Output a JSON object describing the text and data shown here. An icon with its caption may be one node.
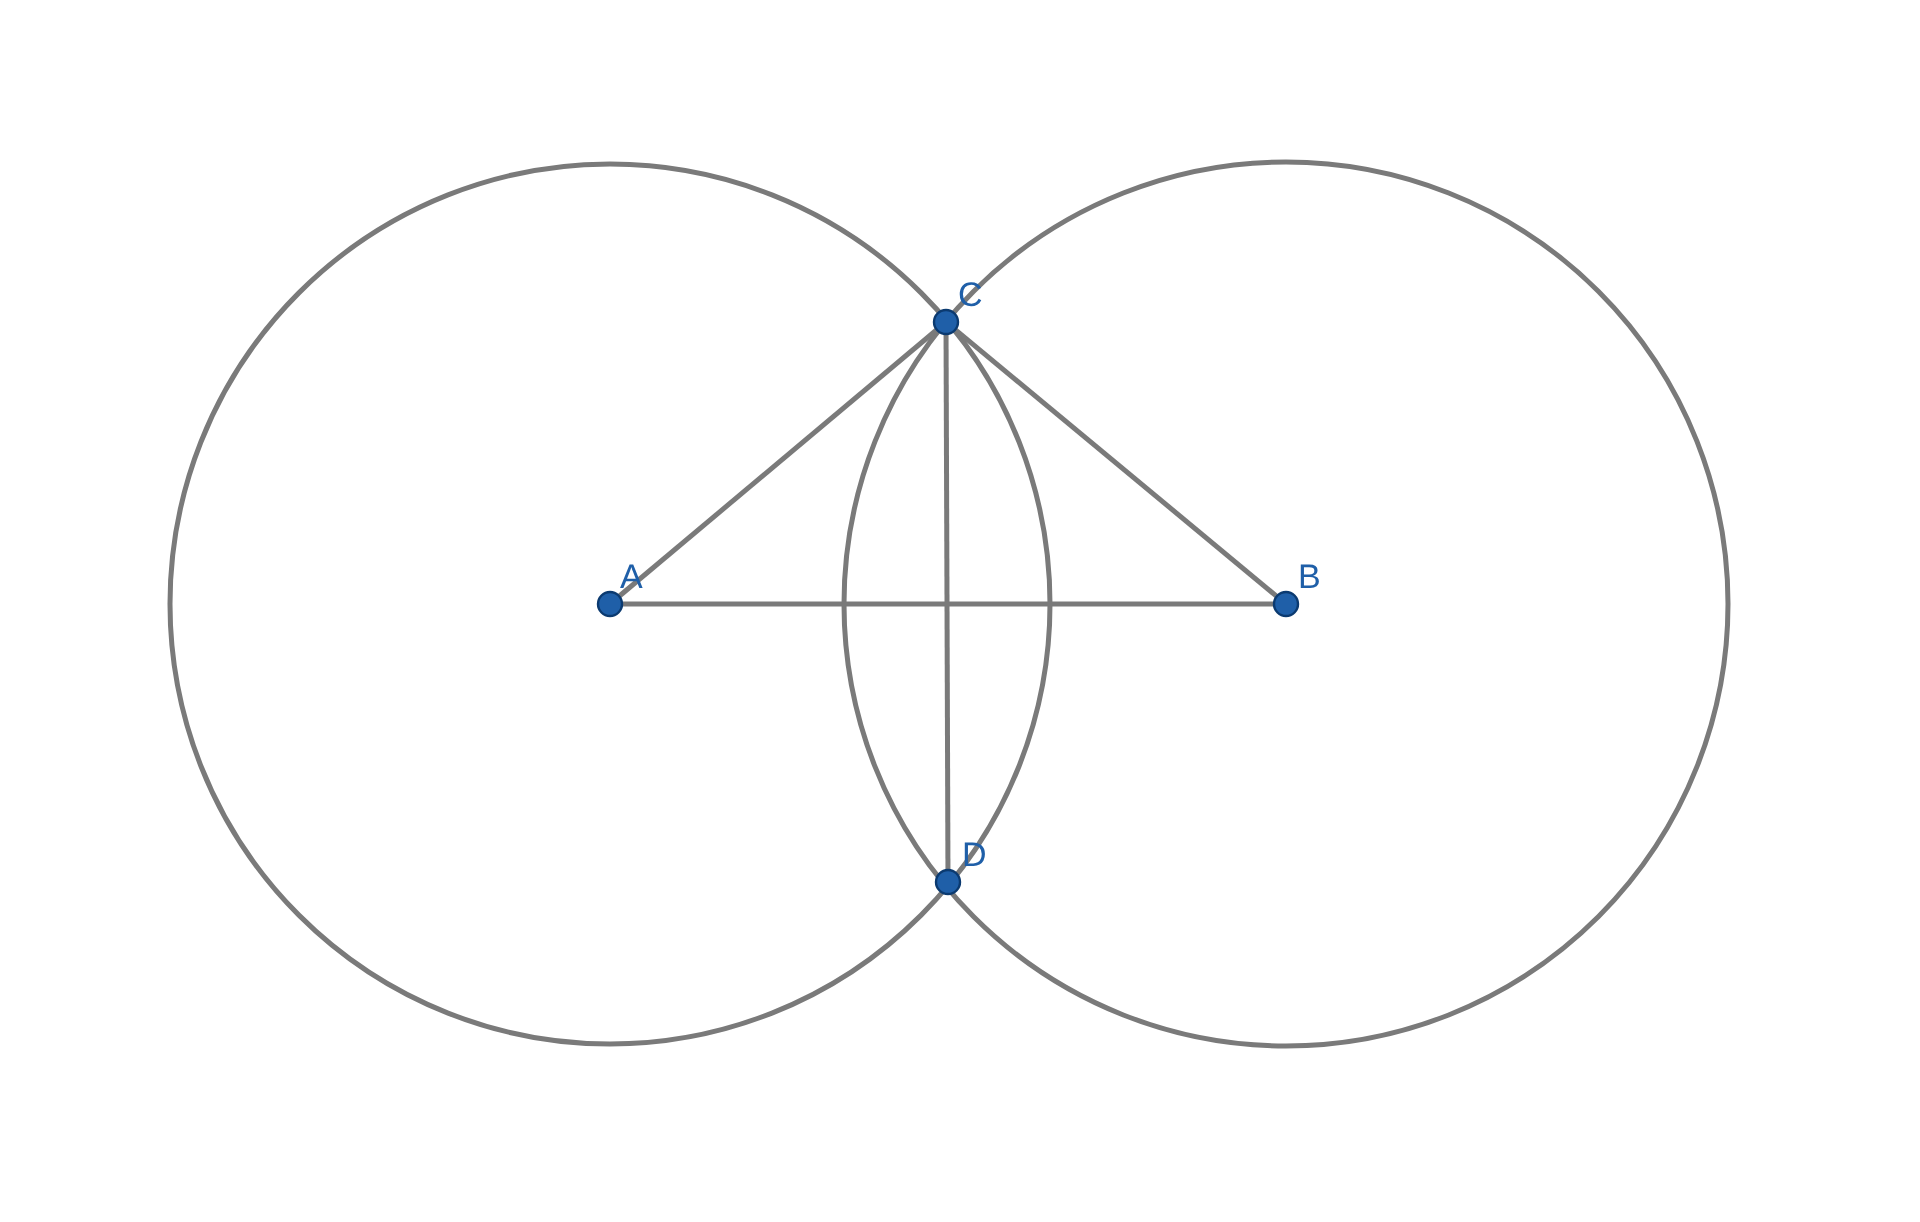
{
  "diagram": {
    "nodes": [
      {
        "text": [
          "A"
        ]
      },
      {
        "text": [
          "B"
        ]
      },
      {
        "text": [
          "C"
        ]
      },
      {
        "text": [
          "D"
        ]
      }
    ],
    "edges": [
      {
        "from": 0,
        "to": 2,
        "arrow": "none"
      },
      {
        "from": 2,
        "to": 1,
        "arrow": "none"
      },
      {
        "from": 0,
        "to": 1,
        "arrow": "none"
      },
      {
        "from": 2,
        "to": 3,
        "arrow": "none"
      }
    ]
  }
}
